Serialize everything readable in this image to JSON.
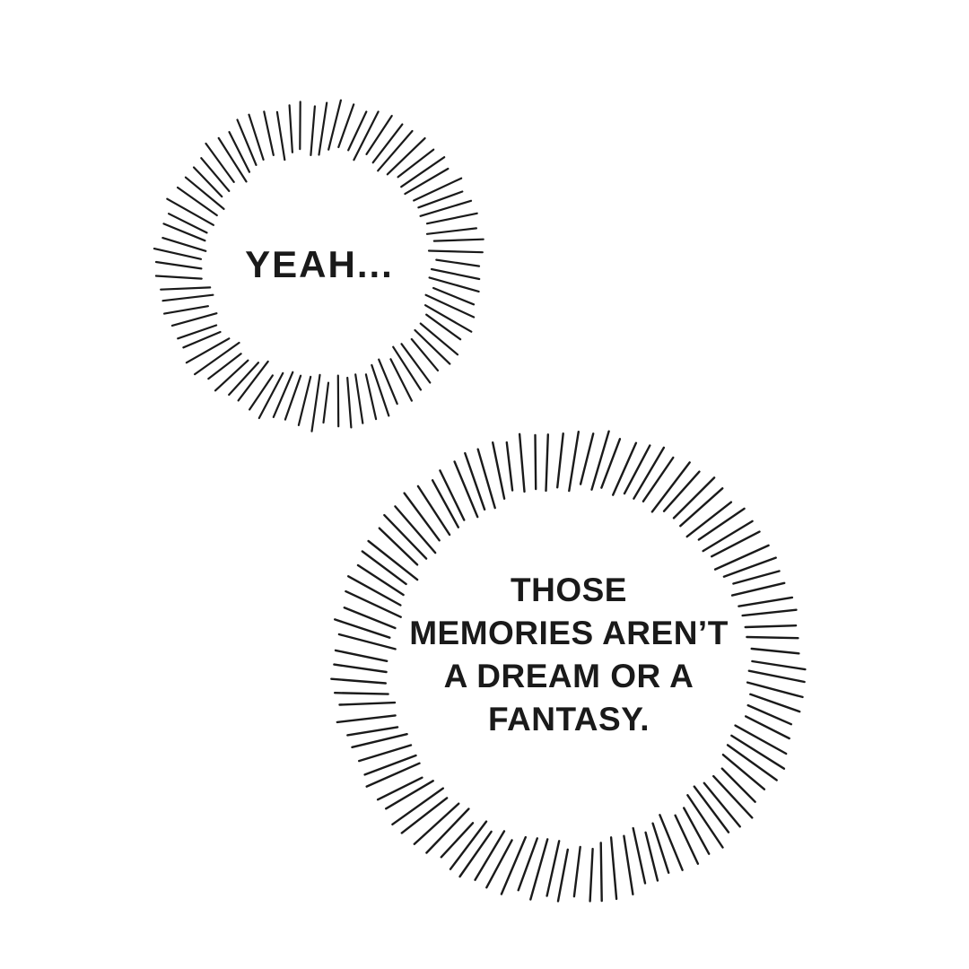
{
  "panel": {
    "type": "comic-panel",
    "background": "#ffffff",
    "ink": "#1a1a1a"
  },
  "bubbles": [
    {
      "id": "yeah",
      "text": "YEAH..."
    },
    {
      "id": "memories",
      "text": "THOSE\nMEMORIES AREN’T\nA DREAM OR A\nFANTASY."
    }
  ]
}
